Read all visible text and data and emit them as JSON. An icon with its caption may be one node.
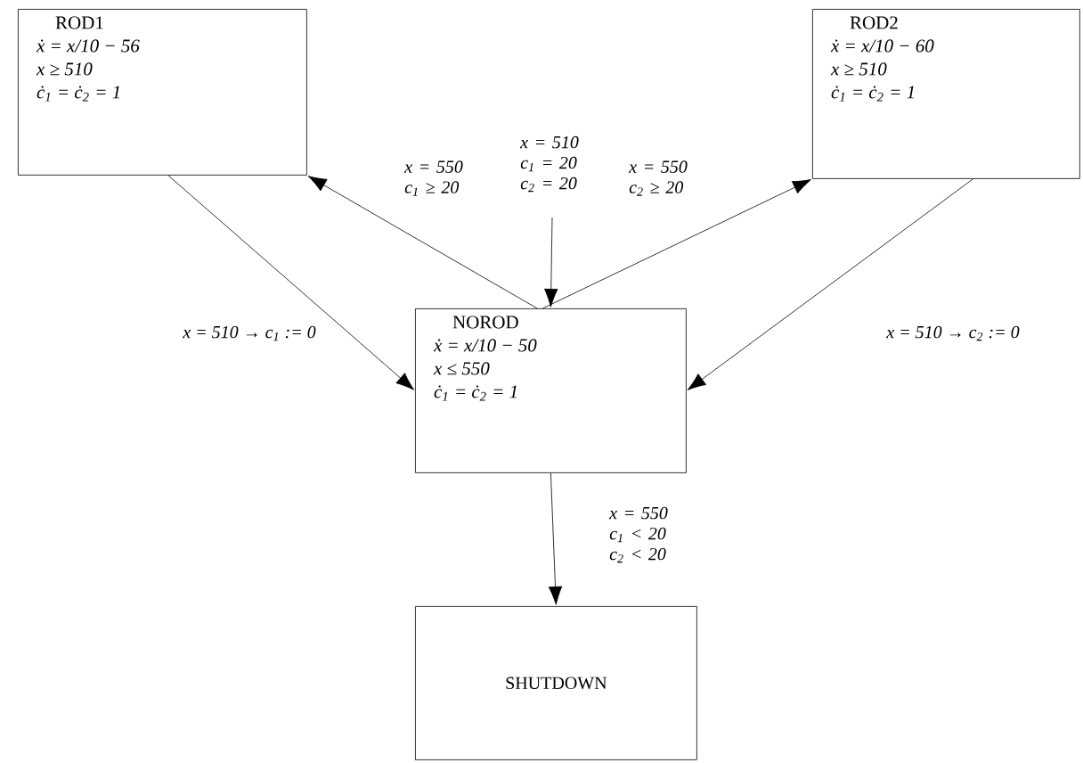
{
  "diagram": {
    "nodes": [
      {
        "text": [
          "ROD1",
          "ẋ = x/10 − 56",
          "x ≥ 510",
          "ċ$_{1}$ = ċ$_{2}$ = 1"
        ]
      },
      {
        "text": [
          "ROD2",
          "ẋ = x/10 − 60",
          "x ≥ 510",
          "ċ$_{1}$ = ċ$_{2}$ = 1"
        ]
      },
      {
        "text": [
          "NOROD",
          "ẋ = x/10 − 50",
          "x ≤ 550",
          "ċ$_{1}$ = ċ$_{2}$ = 1"
        ]
      },
      {
        "text": [
          "SHUTDOWN"
        ]
      }
    ],
    "edges": [
      {
        "from": 0,
        "to": 2,
        "arrow": "to",
        "label": "x = 510 → c$_{1}$ := 0"
      },
      {
        "from": 2,
        "to": 0,
        "arrow": "to",
        "label": "x = 550 c$_{1}$ ≥ 20"
      },
      {
        "from": 2,
        "to": 1,
        "arrow": "to",
        "label": "x = 550 c$_{2}$ ≥ 20"
      },
      {
        "from": 1,
        "to": 2,
        "arrow": "to",
        "label": "x = 510 → c$_{2}$ := 0"
      },
      {
        "from": null,
        "to": 2,
        "arrow": "to",
        "label": "x = 510 c$_{1}$ = 20 c$_{2}$ = 20"
      },
      {
        "from": 2,
        "to": 3,
        "arrow": "to",
        "label": "x = 550 c$_{1}$ < 20 c$_{2}$ < 20"
      }
    ]
  }
}
